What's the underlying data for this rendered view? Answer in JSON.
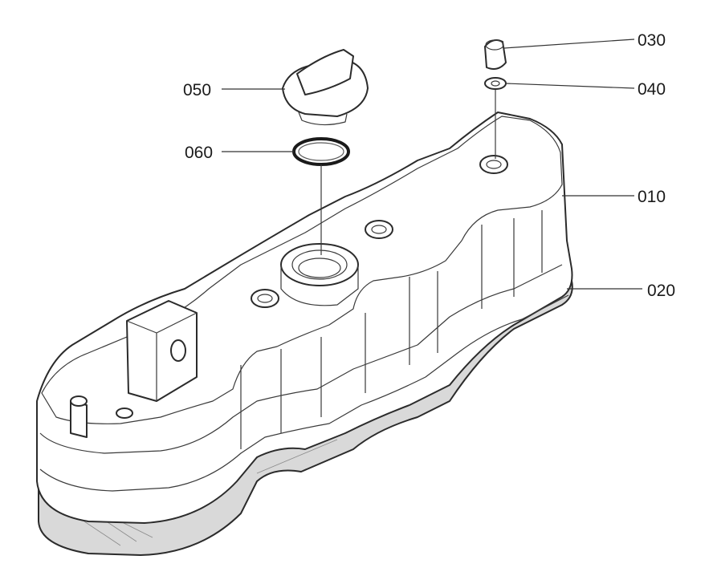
{
  "parts": [
    {
      "id": "p010",
      "label": "010"
    },
    {
      "id": "p020",
      "label": "020"
    },
    {
      "id": "p030",
      "label": "030"
    },
    {
      "id": "p040",
      "label": "040"
    },
    {
      "id": "p050",
      "label": "050"
    },
    {
      "id": "p060",
      "label": "060"
    }
  ]
}
